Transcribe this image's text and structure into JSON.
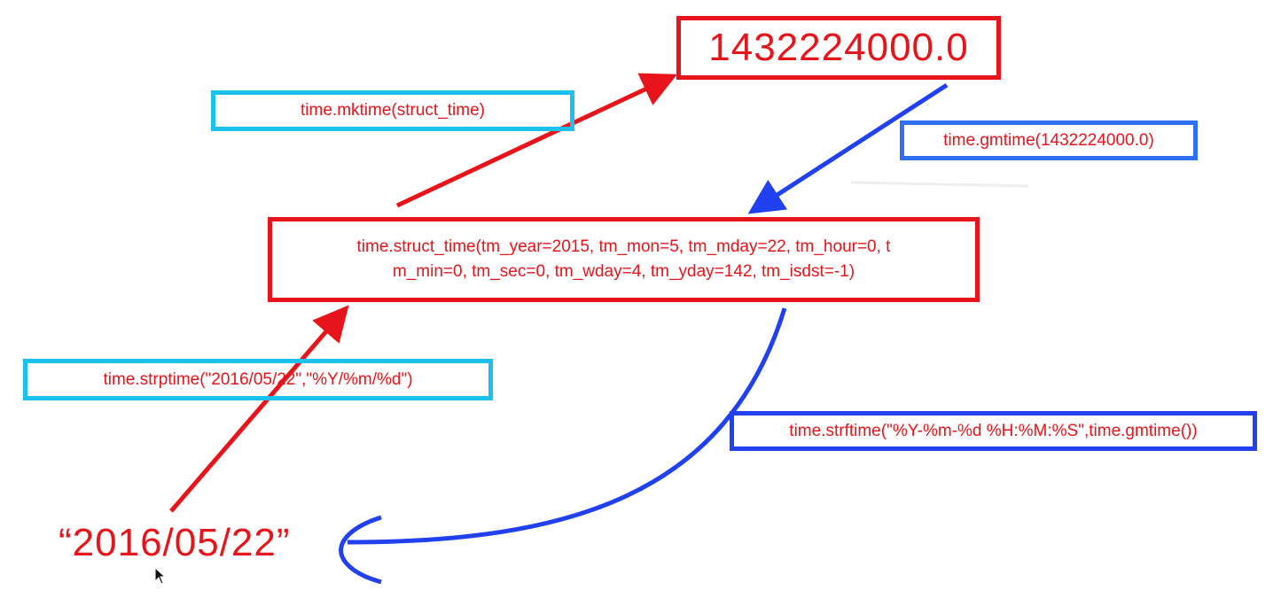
{
  "colors": {
    "red": "#e8141b",
    "cyan": "#1cc0ec",
    "blue": "#2140f0",
    "blue_light": "#2f6ff2"
  },
  "nodes": {
    "timestamp": "1432224000.0",
    "struct_time_line1": "time.struct_time(tm_year=2015, tm_mon=5, tm_mday=22, tm_hour=0, t",
    "struct_time_line2": "m_min=0, tm_sec=0, tm_wday=4, tm_yday=142, tm_isdst=-1)",
    "date_string": "“2016/05/22”"
  },
  "edges": {
    "mktime": "time.mktime(struct_time)",
    "gmtime": "time.gmtime(1432224000.0)",
    "strptime": "time.strptime(\"2016/05/22\",\"%Y/%m/%d\")",
    "strftime": "time.strftime(\"%Y-%m-%d %H:%M:%S\",time.gmtime())"
  },
  "icons": {
    "cursor": "mouse-pointer-icon"
  }
}
